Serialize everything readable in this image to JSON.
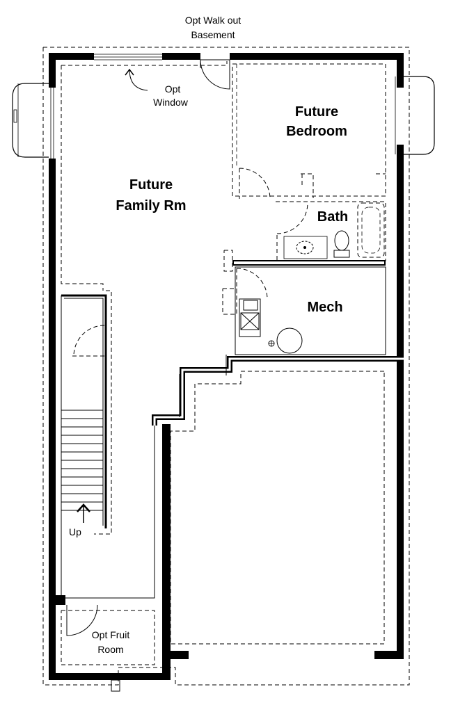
{
  "labels": {
    "walkout_line1": "Opt Walk out",
    "walkout_line2": "Basement",
    "window_line1": "Opt",
    "window_line2": "Window",
    "bedroom_line1": "Future",
    "bedroom_line2": "Bedroom",
    "family_line1": "Future",
    "family_line2": "Family Rm",
    "bath": "Bath",
    "mech": "Mech",
    "stairs_up": "Up",
    "fruit_line1": "Opt Fruit",
    "fruit_line2": "Room"
  },
  "colors": {
    "wall": "#000000",
    "line": "#000000",
    "background": "#ffffff"
  }
}
